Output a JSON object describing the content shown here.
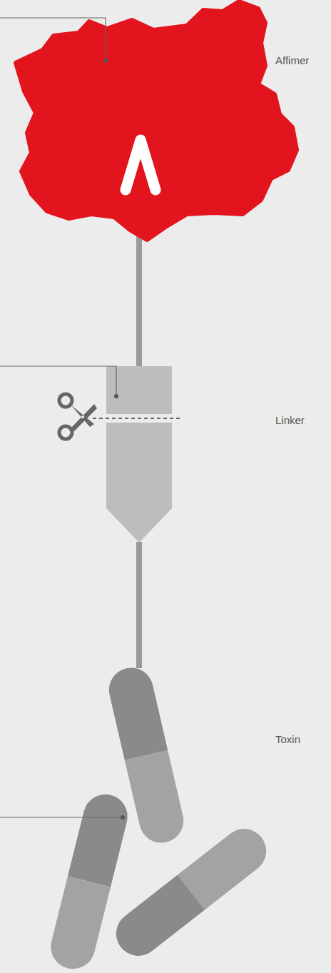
{
  "diagram": {
    "nodes": [
      {
        "text": [
          "Affimer"
        ]
      },
      {
        "text": [
          "Linker"
        ]
      },
      {
        "text": [
          "Toxin"
        ]
      }
    ],
    "edges": [
      {
        "from": 0,
        "to": 1,
        "arrow": "none"
      },
      {
        "from": 1,
        "to": 2,
        "arrow": "none"
      }
    ]
  }
}
